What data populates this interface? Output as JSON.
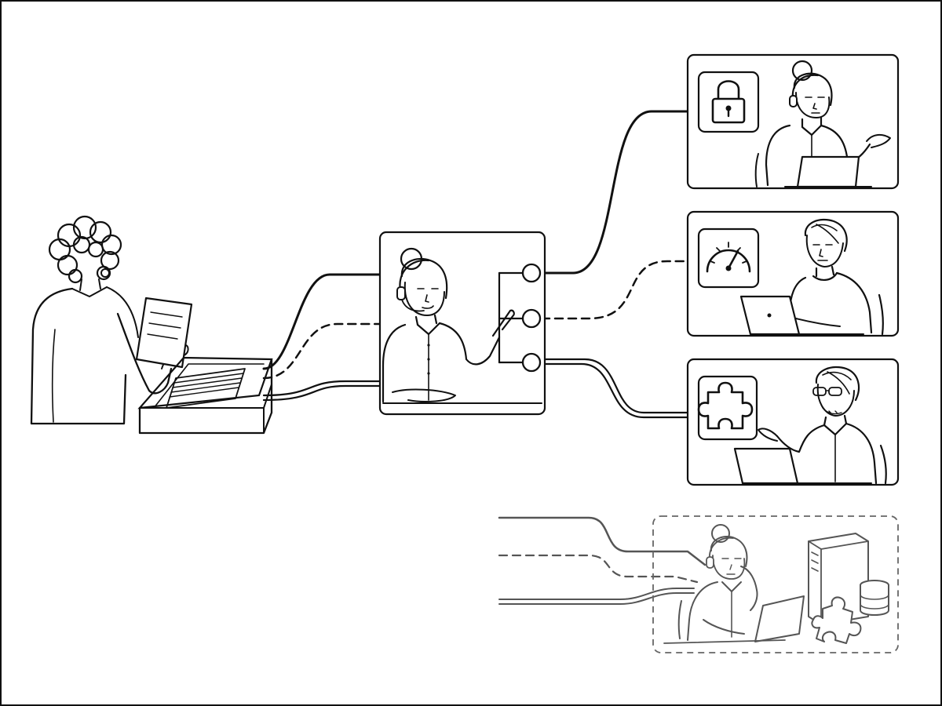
{
  "diagram": {
    "nodes": [
      {
        "id": "requester",
        "icon": "document-icon"
      },
      {
        "id": "intake-tray",
        "icon": "inbox-tray-icon"
      },
      {
        "id": "router-agent",
        "icon": "headset-icon"
      },
      {
        "id": "security-specialist",
        "icon": "padlock-icon"
      },
      {
        "id": "performance-specialist",
        "icon": "speedometer-icon"
      },
      {
        "id": "integration-specialist",
        "icon": "puzzle-piece-icon"
      },
      {
        "id": "backend-specialist",
        "icon": "server-icon"
      }
    ],
    "edges": [
      {
        "from": "intake-tray",
        "to": "router-agent",
        "style": "solid"
      },
      {
        "from": "intake-tray",
        "to": "router-agent",
        "style": "dashed"
      },
      {
        "from": "intake-tray",
        "to": "router-agent",
        "style": "double"
      },
      {
        "from": "router-agent",
        "to": "security-specialist",
        "style": "solid"
      },
      {
        "from": "router-agent",
        "to": "performance-specialist",
        "style": "dashed"
      },
      {
        "from": "router-agent",
        "to": "integration-specialist",
        "style": "double"
      },
      {
        "from": "backend-specialist",
        "to": "backend-specialist",
        "style": "solid"
      },
      {
        "from": "backend-specialist",
        "to": "backend-specialist",
        "style": "dashed"
      },
      {
        "from": "backend-specialist",
        "to": "backend-specialist",
        "style": "double"
      }
    ],
    "colors": {
      "ink": "#111111",
      "faded_ink": "#555555",
      "background": "#ffffff"
    }
  }
}
